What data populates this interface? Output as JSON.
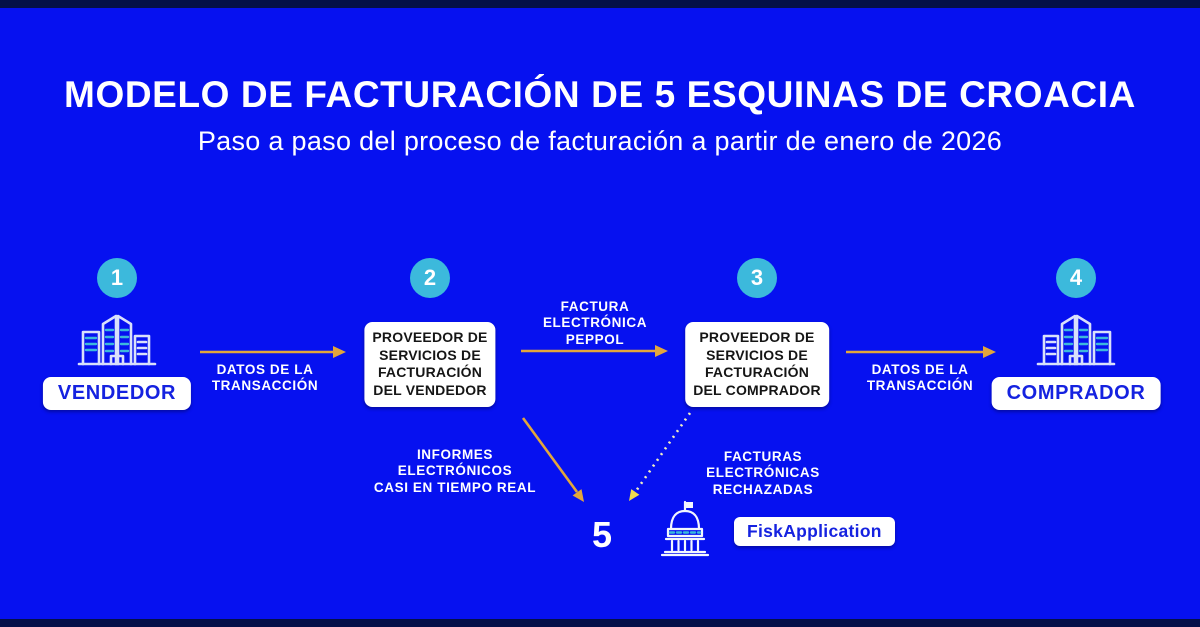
{
  "colors": {
    "bg": "#0611F0",
    "bar": "#041048",
    "cyan": "#3CB9DC",
    "yellow": "#E2A63C",
    "dotted": "#F2EFC2",
    "dottedhead": "#F0DC4E",
    "blue": "#1522E0",
    "dark": "#151515",
    "stroke": "#D9E0FB",
    "white": "#FFFFFF"
  },
  "header": {
    "title": "MODELO DE FACTURACIÓN DE 5 ESQUINAS DE CROACIA",
    "subtitle": "Paso a paso del proceso de facturación a partir de enero de 2026"
  },
  "steps": [
    {
      "number": "1",
      "label": "VENDEDOR",
      "icon": "office-building"
    },
    {
      "number": "2",
      "label": "PROVEEDOR DE\nSERVICIOS DE\nFACTURACIÓN\nDEL VENDEDOR"
    },
    {
      "number": "3",
      "label": "PROVEEDOR DE\nSERVICIOS DE\nFACTURACIÓN\nDEL COMPRADOR"
    },
    {
      "number": "4",
      "label": "COMPRADOR",
      "icon": "office-building"
    }
  ],
  "flows": [
    {
      "from": "1",
      "to": "2",
      "style": "solid",
      "label": "DATOS DE LA\nTRANSACCIÓN"
    },
    {
      "from": "2",
      "to": "3",
      "style": "solid",
      "label": "FACTURA\nELECTRÓNICA\nPEPPOL"
    },
    {
      "from": "3",
      "to": "4",
      "style": "solid",
      "label": "DATOS DE LA\nTRANSACCIÓN"
    },
    {
      "from": "2",
      "to": "5",
      "style": "solid",
      "label": "INFORMES\nELECTRÓNICOS\nCASI EN TIEMPO REAL"
    },
    {
      "from": "3",
      "to": "5",
      "style": "dotted",
      "label": "FACTURAS\nELECTRÓNICAS\nRECHAZADAS"
    }
  ],
  "corner5": {
    "number": "5",
    "label": "FiskApplication",
    "icon": "government-building"
  }
}
